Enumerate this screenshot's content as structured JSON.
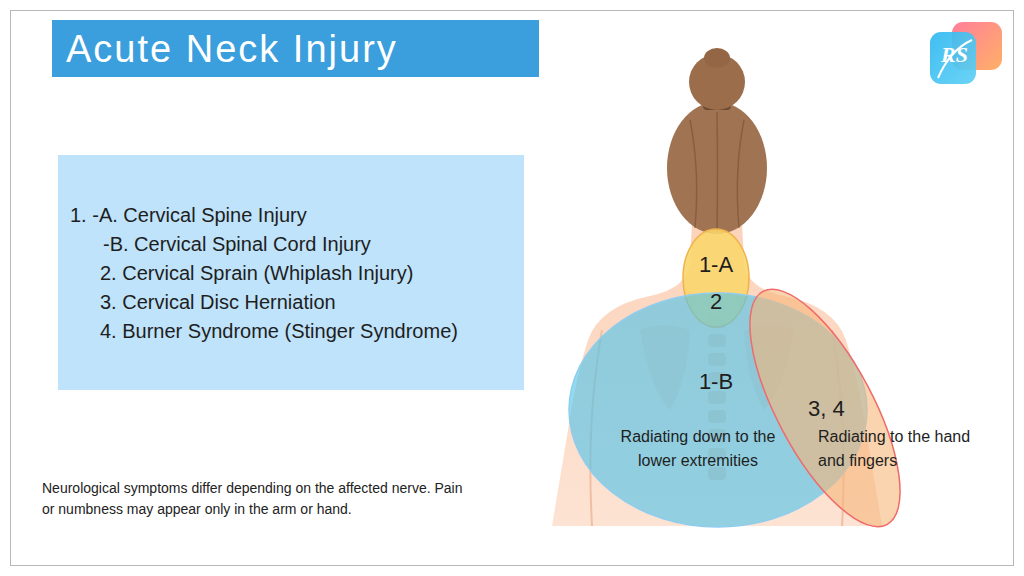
{
  "diagram": {
    "title": "Acute Neck Injury",
    "nodes": [
      {
        "text": [
          "1. -A. Cervical Spine Injury",
          "-B. Cervical Spinal Cord Injury",
          "2. Cervical Sprain (Whiplash Injury)",
          "3. Cervical Disc Herniation",
          "4. Burner Syndrome (Stinger Syndrome)"
        ]
      },
      {
        "text": [
          "1-A",
          "2"
        ]
      },
      {
        "text": [
          "1-B",
          "Radiating down to the lower extremities"
        ]
      },
      {
        "text": [
          "3, 4",
          "Radiating to the hand and fingers"
        ]
      }
    ],
    "labels": [
      "Neurological symptoms differ depending on the affected nerve. Pain or numbness may appear only in the arm or hand.",
      "RS"
    ]
  }
}
